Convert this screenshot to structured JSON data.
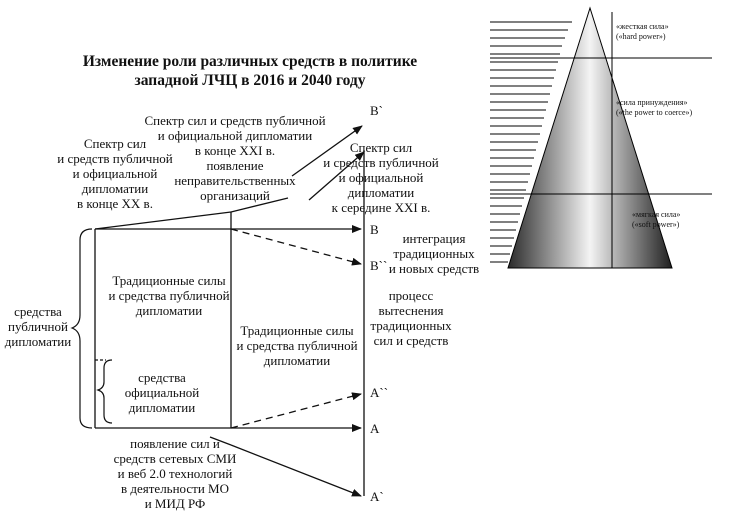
{
  "title": {
    "line1": "Изменение роли различных средств в политике",
    "line2": "западной ЛЧЦ в 2016 и 2040 году"
  },
  "left_diagram": {
    "spectrum_20c": [
      "Спектр сил",
      "и средств публичной",
      "и официальной",
      "дипломатии",
      "в конце XX в."
    ],
    "spectrum_21c_end": [
      "Спектр сил и средств публичной",
      "и официальной дипломатии",
      "в конце XXI в.",
      "появление",
      "неправительственных",
      "организаций"
    ],
    "spectrum_21c_mid": [
      "Спектр сил",
      "и средств публичной",
      "и официальной",
      "дипломатии",
      "к середине XXI в."
    ],
    "point_labels": {
      "b_prime": "B`",
      "b": "B",
      "b_double": "B``",
      "a_double": "A``",
      "a": "A",
      "a_prime": "A`"
    },
    "integration": [
      "интеграция",
      "традиционных",
      "и новых средств"
    ],
    "traditional_1": [
      "Традиционные силы",
      "и средства публичной",
      "дипломатии"
    ],
    "traditional_2": [
      "Традиционные силы",
      "и средства публичной",
      "дипломатии"
    ],
    "displacement": [
      "процесс",
      "вытеснения",
      "традиционных",
      "сил и средств"
    ],
    "public_diplomacy": [
      "средства",
      "публичной",
      "дипломатии"
    ],
    "official_diplomacy": [
      "средства",
      "официальной",
      "дипломатии"
    ],
    "network_media": [
      "появление сил и",
      "средств сетевых СМИ",
      "и веб 2.0 технологий",
      "в деятельности МО",
      "и МИД РФ"
    ]
  },
  "pyramid": {
    "hard_power": [
      "«жесткая сила»",
      "(«hard power»)"
    ],
    "coercion": [
      "«сила принуждения»",
      "(«the power to coerce»)"
    ],
    "soft_power": [
      "«мягкая сила»",
      "(«soft power»)"
    ]
  }
}
